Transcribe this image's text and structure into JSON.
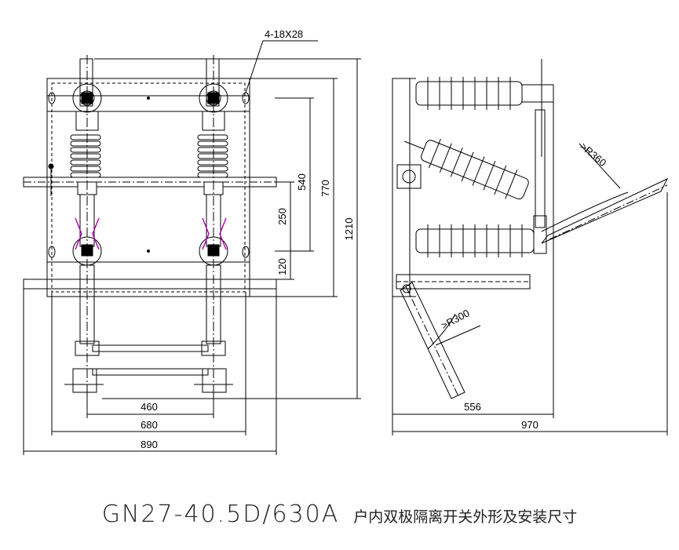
{
  "drawing": {
    "callout_holes": "4-18X28",
    "front_view": {
      "dim_height_total": "1210",
      "dim_vertical_770": "770",
      "dim_vertical_540": "540",
      "dim_vertical_250": "250",
      "dim_vertical_120": "120",
      "dim_width_460": "460",
      "dim_width_680": "680",
      "dim_width_890": "890"
    },
    "side_view": {
      "radius_upper": ">R360",
      "radius_lower": ">R300",
      "dim_width_556": "556",
      "dim_width_970": "970"
    }
  },
  "title": {
    "model": "GN27-40.5D/630A",
    "description": "户内双极隔离开关外形及安装尺寸"
  },
  "colors": {
    "line": "#000000",
    "accent": "#b000b0",
    "text": "#222222"
  }
}
